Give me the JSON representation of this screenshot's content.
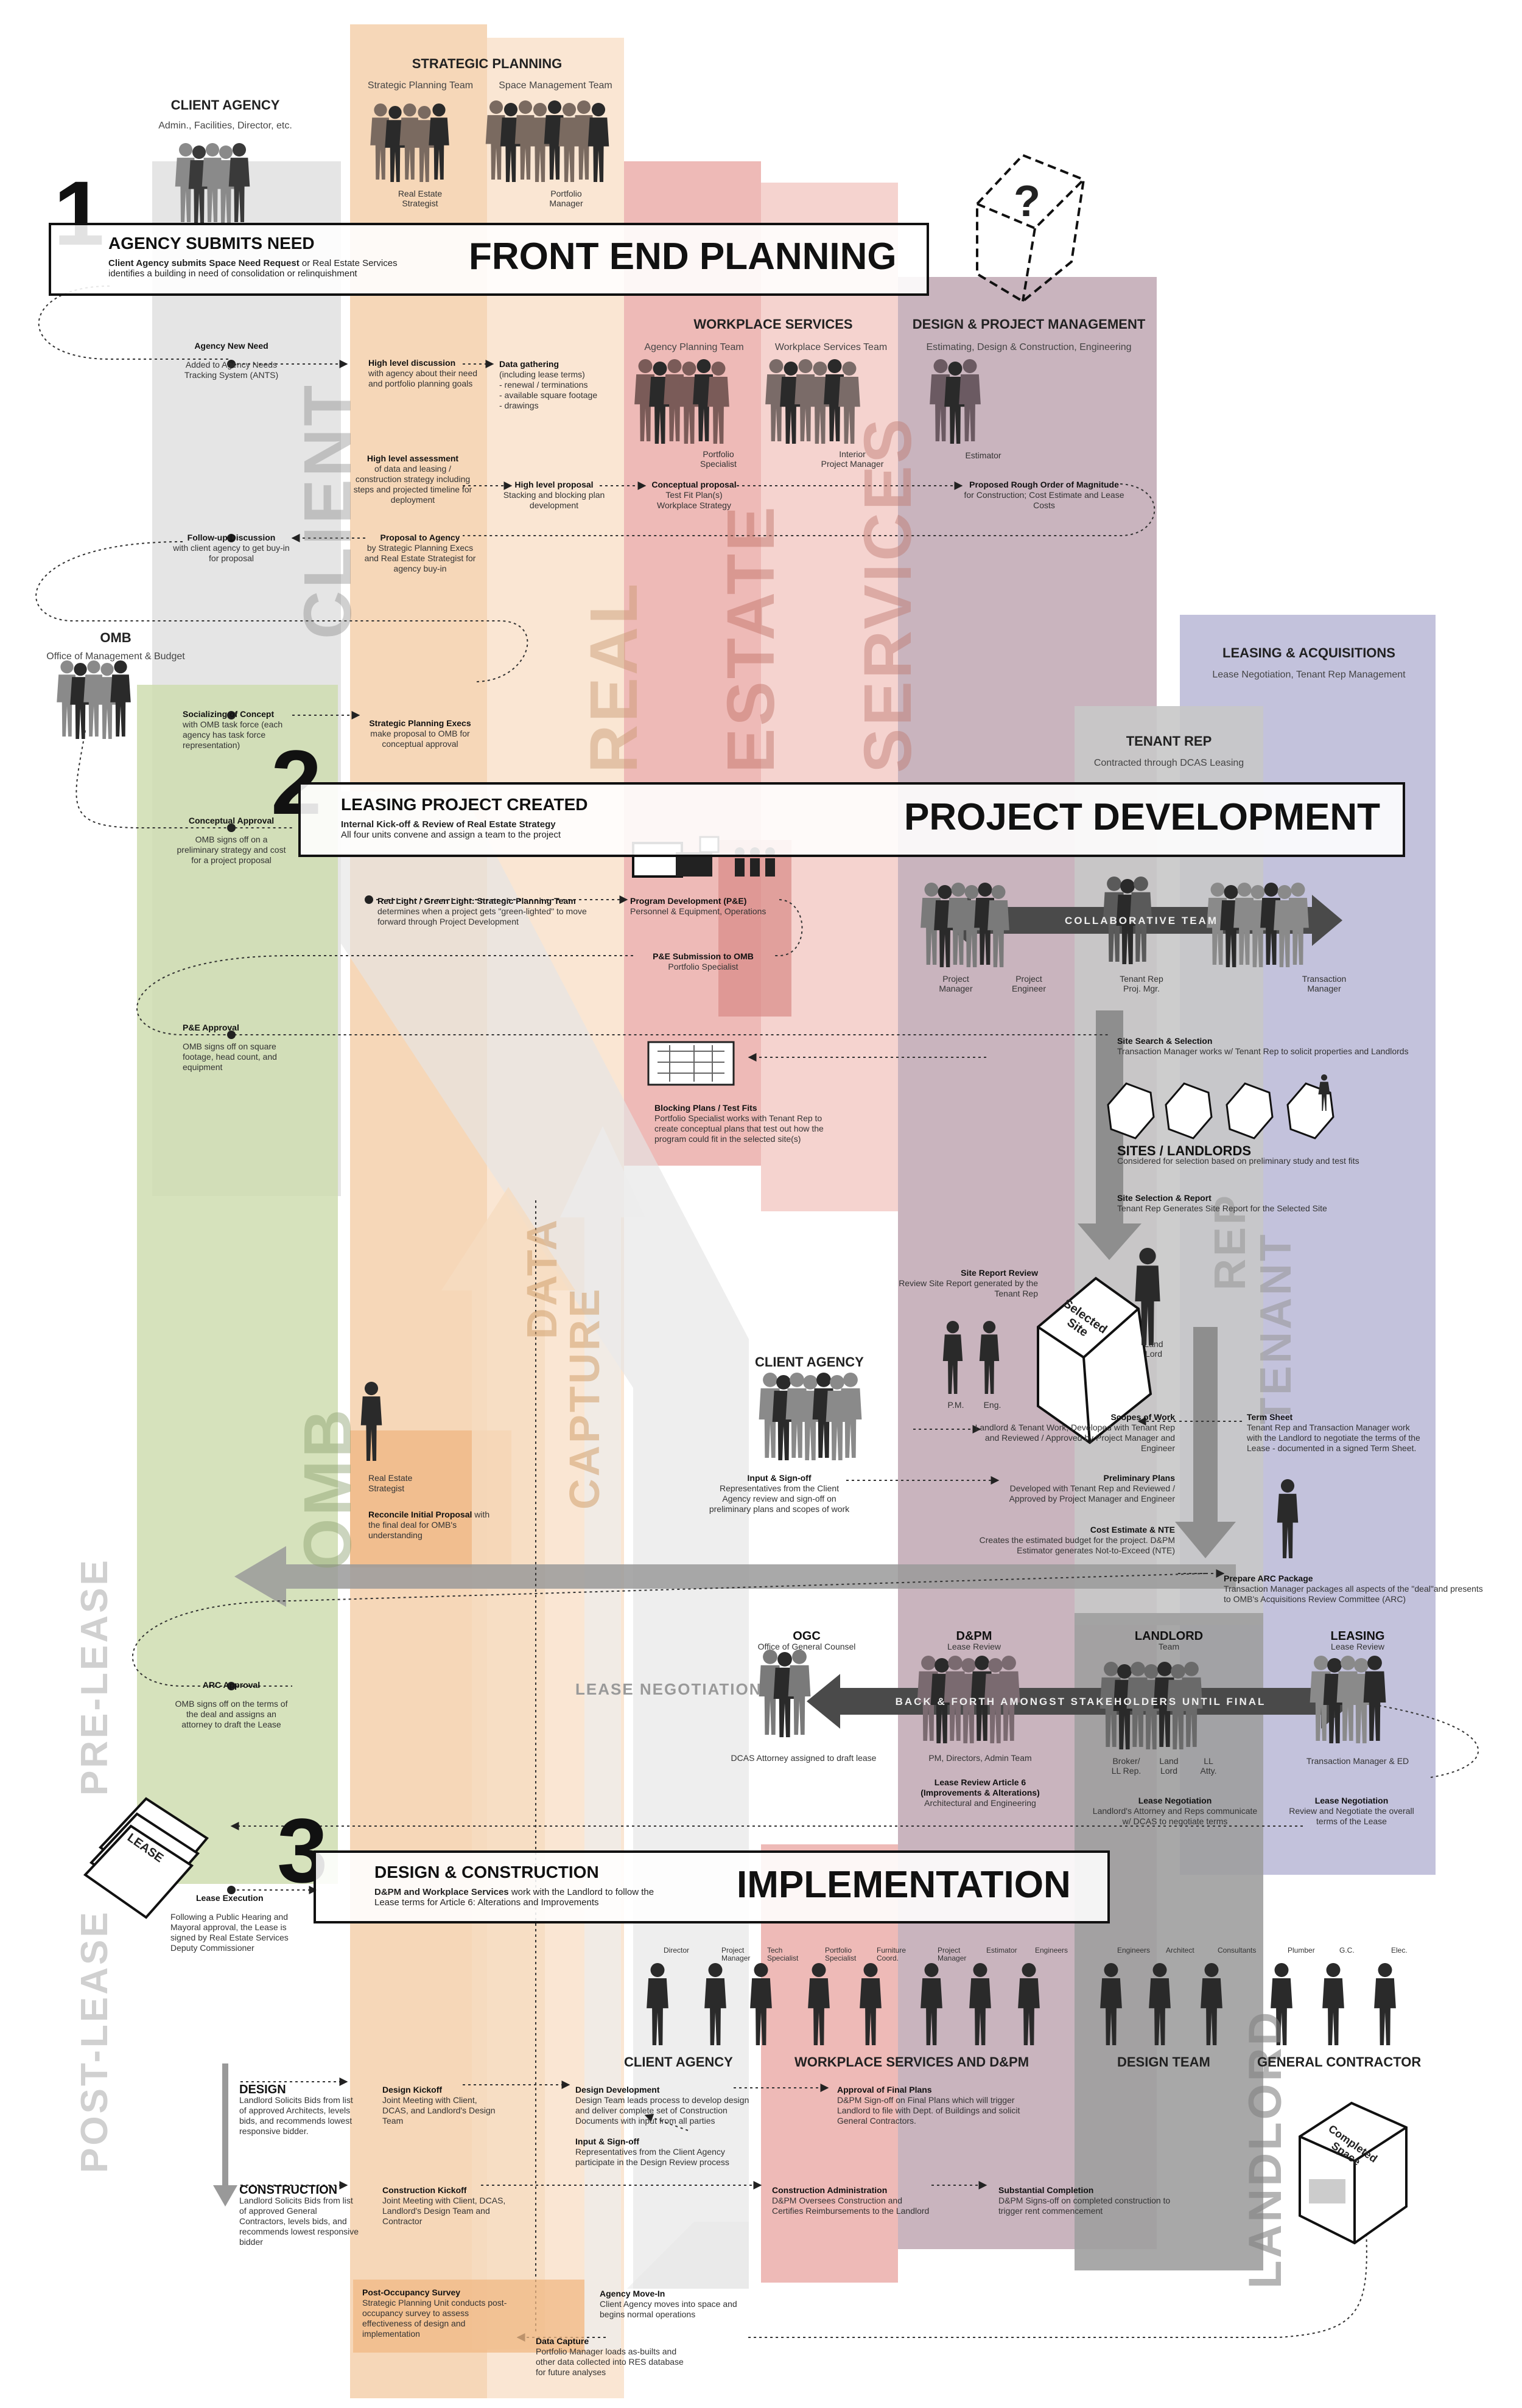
{
  "title": "",
  "colors": {
    "client": "#dcdcdc",
    "strategic": "#f3c9a0",
    "strategic_light": "#f8dec4",
    "workplace": "#e8a39f",
    "workplace_light": "#f2c4bf",
    "dpm": "#b79ba8",
    "leasing": "#b9b7d6",
    "tenant": "#c8c8c8",
    "landlord": "#9e9e9e",
    "omb": "#cfddb0",
    "dark": "#3a3a3a"
  },
  "columns": {
    "client_agency": {
      "label": "CLIENT AGENCY",
      "sub": "Admin., Facilities, Director, etc."
    },
    "strategic": {
      "label": "STRATEGIC PLANNING",
      "team1": "Strategic Planning Team",
      "team2": "Space Management Team",
      "role1": "Real Estate\nStrategist",
      "role2": "Portfolio\nManager"
    },
    "workplace": {
      "label": "WORKPLACE SERVICES",
      "team1": "Agency Planning Team",
      "team2": "Workplace Services Team",
      "role1": "Portfolio\nSpecialist",
      "role2": "Interior\nProject  Manager"
    },
    "dpm": {
      "label": "DESIGN & PROJECT MANAGEMENT",
      "sub": "Estimating, Design & Construction, Engineering",
      "role": "Estimator"
    },
    "leasing": {
      "label": "LEASING & ACQUISITIONS",
      "sub": "Lease Negotiation, Tenant Rep Management"
    },
    "tenant_rep": {
      "label": "TENANT REP",
      "sub": "Contracted through DCAS Leasing"
    },
    "omb": {
      "label": "OMB",
      "sub": "Office of Management & Budget"
    }
  },
  "vertical_labels": {
    "client": "CLIENT",
    "real": "REAL",
    "estate": "ESTATE",
    "services": "SERVICES",
    "omb": "OMB",
    "data": "DATA",
    "capture": "CAPTURE",
    "rep": "REP",
    "tenant": "TENANT",
    "landlord": "LANDLORD",
    "pre_lease": "PRE-LEASE",
    "post_lease": "POST-LEASE"
  },
  "phases": [
    {
      "num": "1",
      "title": "FRONT END PLANNING",
      "head": "AGENCY SUBMITS NEED",
      "sub_bold": "Client Agency submits Space Need Request",
      "sub": " or Real Estate Services identifies a building in need of consolidation or relinquishment"
    },
    {
      "num": "2",
      "title": "PROJECT DEVELOPMENT",
      "head": "LEASING PROJECT CREATED",
      "sub_bold": "Internal Kick-off & Review of Real Estate Strategy",
      "sub": "All four units convene and assign a team to the project"
    },
    {
      "num": "3",
      "title": "IMPLEMENTATION",
      "head": "DESIGN & CONSTRUCTION",
      "sub_bold": "D&PM and Workplace Services",
      "sub": " work with the Landlord to follow the Lease terms for Article 6: Alterations and Improvements"
    }
  ],
  "notes": {
    "agency_need": {
      "t": "Agency New Need",
      "d": "Added to Agency Needs Tracking System (ANTS)"
    },
    "high_level_discussion": {
      "t": "High level discussion",
      "d": "with agency about their need and portfolio planning goals"
    },
    "data_gathering": {
      "t": "Data gathering",
      "d": "(including lease terms)\n - renewal / terminations\n - available square footage\n - drawings"
    },
    "high_level_assessment": {
      "t": "High level assessment",
      "d": "of data and leasing / construction strategy including steps and projected timeline for deployment"
    },
    "high_level_proposal": {
      "t": "High level proposal",
      "d": "Stacking and blocking plan development"
    },
    "conceptual_proposal": {
      "t": "Conceptual proposal",
      "d": "Test Fit Plan(s)\nWorkplace Strategy"
    },
    "rom": {
      "t": "Proposed Rough Order of Magnitude",
      "d": "for Construction; Cost Estimate and Lease Costs"
    },
    "follow_up": {
      "t": "Follow-up Discussion",
      "d": "with client agency to get buy-in for proposal"
    },
    "proposal_agency": {
      "t": "Proposal to Agency",
      "d": "by Strategic Planning Execs and Real Estate Strategist for agency buy-in"
    },
    "socializing": {
      "t": "Socializing of Concept",
      "d": "with OMB task force (each agency has task force representation)"
    },
    "sp_execs": {
      "t": "Strategic Planning Execs",
      "d": "make proposal to OMB for conceptual approval"
    },
    "conceptual_approval": {
      "t": "Conceptual Approval",
      "d": "OMB signs off on a preliminary strategy and cost for a project proposal"
    },
    "red_light": {
      "t": "Red Light / Green Light:  Strategic Planning Team",
      "d": "determines when a project gets \"green-lighted\" to move forward through Project Development"
    },
    "program_dev": {
      "t": "Program Development (P&E)",
      "d": "Personnel & Equipment, Operations"
    },
    "pe_submission": {
      "t": "P&E Submission to OMB",
      "d": "Portfolio Specialist"
    },
    "pe_approval": {
      "t": "P&E Approval",
      "d": "OMB signs off on square footage, head count, and equipment"
    },
    "site_search": {
      "t": "Site Search & Selection",
      "d": "Transaction Manager works w/ Tenant Rep to solicit properties and Landlords"
    },
    "blocking": {
      "t": "Blocking Plans / Test Fits",
      "d": "Portfolio Specialist works with Tenant Rep to create conceptual plans that test out how the program could fit in the selected site(s)"
    },
    "sites_landlords": {
      "t": "SITES / LANDLORDS",
      "d": "Considered for selection based on preliminary study and test fits"
    },
    "site_selection": {
      "t": "Site Selection & Report",
      "d": "Tenant Rep Generates Site Report for the Selected Site"
    },
    "site_report": {
      "t": "Site Report Review",
      "d": "Review Site Report generated by the Tenant Rep"
    },
    "scopes": {
      "t": "Scopes of Work",
      "d": "Landlord & Tenant Work, Developed with Tenant Rep and Reviewed / Approved by Project Manager and Engineer"
    },
    "term_sheet": {
      "t": "Term Sheet",
      "d": "Tenant Rep and Transaction Manager work with the Landlord to negotiate the terms of the Lease - documented in a signed Term Sheet."
    },
    "input_signoff": {
      "t": "Input & Sign-off",
      "d": "Representatives from the Client Agency review and sign-off on preliminary plans and scopes of work"
    },
    "prelim_plans": {
      "t": "Preliminary Plans",
      "d": "Developed with Tenant Rep and Reviewed / Approved by Project Manager and Engineer"
    },
    "cost_estimate": {
      "t": "Cost Estimate & NTE",
      "d": "Creates the estimated budget for the project. D&PM Estimator generates Not-to-Exceed (NTE)"
    },
    "reconcile": {
      "t": "Reconcile Initial Proposal",
      "d": "with the final deal for OMB's understanding"
    },
    "res_label": {
      "t": "",
      "d": "Real Estate\nStrategist"
    },
    "prepare_arc": {
      "t": "Prepare ARC Package",
      "d": "Transaction Manager packages all aspects of the \"deal\"and presents to OMB's Acquisitions Review Committee (ARC)"
    },
    "arc_approval": {
      "t": "ARC Approval",
      "d": "OMB signs off on the terms of the deal and assigns an attorney to draft the Lease"
    },
    "ogc": {
      "t": "OGC",
      "d": "Office of General Counsel"
    },
    "dcas_attorney": {
      "t": "",
      "d": "DCAS Attorney assigned to draft lease"
    },
    "dpm_lease": {
      "t": "D&PM",
      "d": "Lease Review"
    },
    "dpm_people": {
      "t": "",
      "d": "PM, Directors, Admin Team"
    },
    "lease_review_art6": {
      "t": "Lease Review Article 6 (Improvements & Alterations)",
      "d": "Architectural and Engineering"
    },
    "landlord_team": {
      "t": "LANDLORD",
      "d": "Team"
    },
    "landlord_neg": {
      "t": "Lease Negotiation",
      "d": "Landlord's Attorney and Reps communicate w/ DCAS to negotiate terms"
    },
    "leasing_review": {
      "t": "LEASING",
      "d": "Lease Review"
    },
    "leasing_people": {
      "t": "",
      "d": "Transaction Manager & ED"
    },
    "leasing_neg": {
      "t": "Lease Negotiation",
      "d": "Review and Negotiate the overall terms of the Lease"
    },
    "lease_execution": {
      "t": "Lease Execution",
      "d": "Following a Public Hearing and Mayoral approval, the Lease is signed by Real Estate Services Deputy Commissioner"
    },
    "design": {
      "t": "DESIGN",
      "d": "Landlord Solicits Bids from list of approved Architects, levels bids, and recommends lowest responsive bidder."
    },
    "design_kickoff": {
      "t": "Design Kickoff",
      "d": "Joint Meeting with Client, DCAS, and Landlord's Design Team"
    },
    "design_dev": {
      "t": "Design Development",
      "d": "Design Team leads process to develop design and deliver complete set of Construction Documents with input from all parties"
    },
    "approval_final": {
      "t": "Approval of Final Plans",
      "d": "D&PM Sign-off on Final Plans which will trigger Landlord to file with Dept. of Buildings and solicit General Contractors."
    },
    "input_signoff2": {
      "t": "Input & Sign-off",
      "d": "Representatives from the Client Agency participate in the Design Review process"
    },
    "construction": {
      "t": "CONSTRUCTION",
      "d": "Landlord Solicits Bids from list of approved General Contractors, levels bids, and recommends lowest responsive bidder"
    },
    "construction_kickoff": {
      "t": "Construction Kickoff",
      "d": "Joint Meeting with Client, DCAS, Landlord's Design Team and Contractor"
    },
    "construction_admin": {
      "t": "Construction Administration",
      "d": "D&PM Oversees Construction and Certifies Reimbursements to the Landlord"
    },
    "substantial": {
      "t": "Substantial Completion",
      "d": "D&PM Signs-off on completed construction to trigger rent commencement"
    },
    "post_occupancy": {
      "t": "Post-Occupancy Survey",
      "d": "Strategic Planning Unit conducts post-occupancy survey to assess effectiveness of design and implementation"
    },
    "move_in": {
      "t": "Agency Move-In",
      "d": "Client Agency moves into space and begins normal operations"
    },
    "data_capture": {
      "t": "Data Capture",
      "d": "Portfolio Manager loads as-builts and other data collected into RES database for future analyses"
    }
  },
  "labels": {
    "collaborative_team": "COLLABORATIVE TEAM",
    "back_forth": "BACK & FORTH AMONGST STAKEHOLDERS UNTIL FINAL",
    "lease_negotiation": "LEASE NEGOTIATION",
    "client_agency_2": "CLIENT AGENCY",
    "selected_site": "Selected\nSite",
    "lease": "LEASE",
    "completed_space": "Completed\nSpace",
    "question": "?",
    "landlord_small": "Land\nLord",
    "pm": "P.M.",
    "eng": "Eng.",
    "project_manager": "Project\nManager",
    "project_engineer": "Project\nEngineer",
    "tenant_rep_pm": "Tenant Rep\nProj. Mgr.",
    "transaction_manager": "Transaction\nManager",
    "broker": "Broker/\nLL Rep.",
    "land_lord": "Land\nLord",
    "ll_atty": "LL\nAtty.",
    "impl_groups": [
      "CLIENT AGENCY",
      "WORKPLACE SERVICES AND D&PM",
      "DESIGN TEAM",
      "GENERAL CONTRACTOR"
    ],
    "impl_roles": [
      "Director",
      "Project\nManager",
      "Tech\nSpecialist",
      "Portfolio\nSpecialist",
      "Furniture\nCoord.",
      "Project\nManager",
      "Estimator",
      "Engineers",
      "Engineers",
      "Architect",
      "Consultants",
      "Plumber",
      "G.C.",
      "Elec."
    ]
  }
}
